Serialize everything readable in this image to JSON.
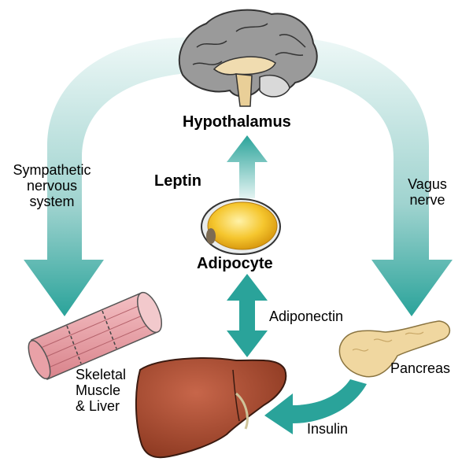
{
  "labels": {
    "hypothalamus": "Hypothalamus",
    "leptin": "Leptin",
    "adipocyte": "Adipocyte",
    "adiponectin": "Adiponectin",
    "sympathetic_line1": "Sympathetic",
    "sympathetic_line2": "nervous",
    "sympathetic_line3": "system",
    "vagus_line1": "Vagus",
    "vagus_line2": "nerve",
    "muscle_line1": "Skeletal",
    "muscle_line2": "Muscle",
    "muscle_line3": "& Liver",
    "pancreas": "Pancreas",
    "insulin": "Insulin"
  },
  "colors": {
    "arrow_teal": "#2aa39a",
    "arrow_light": "#d5ecea",
    "fat_yellow": "#f3c22a",
    "muscle_pink": "#e9a1a7",
    "liver_brown": "#a84b2f",
    "pancreas_tan": "#f0d7a0",
    "brain_gray": "#8f8f8f"
  }
}
